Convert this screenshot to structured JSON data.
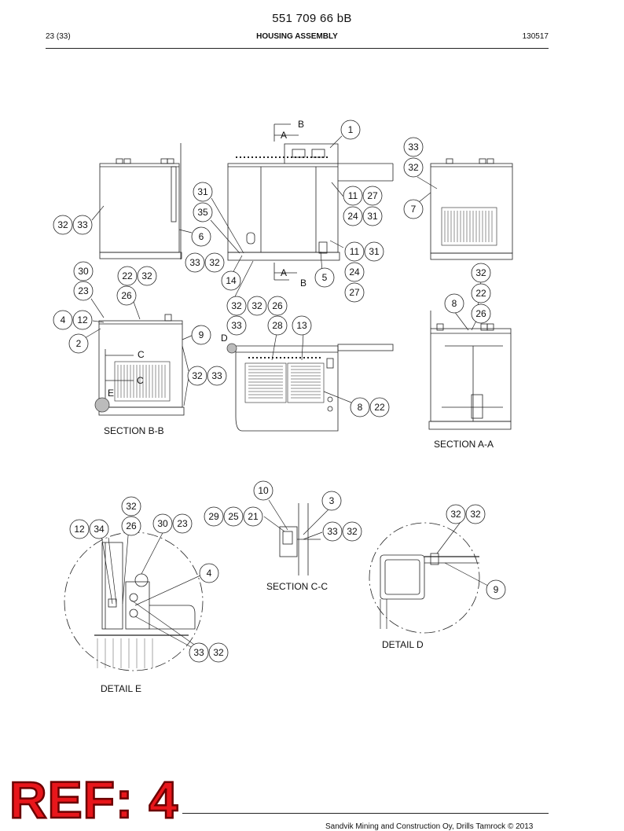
{
  "header": {
    "doc_number": "551 709 66 bB",
    "page": "23 (33)",
    "title": "HOUSING ASSEMBLY",
    "date": "130517"
  },
  "views": {
    "section_bb": "SECTION  B-B",
    "section_aa": "SECTION  A-A",
    "section_cc": "SECTION C-C",
    "detail_d": "DETAIL D",
    "detail_e": "DETAIL E"
  },
  "section_marks": {
    "a": "A",
    "b": "B",
    "c": "C",
    "d": "D",
    "e": "E"
  },
  "callouts": {
    "front": [
      "1",
      "31",
      "35",
      "11",
      "27",
      "24",
      "31",
      "6",
      "11",
      "31",
      "33",
      "32",
      "14",
      "24",
      "5",
      "27",
      "32",
      "33"
    ],
    "side_right": [
      "33",
      "32",
      "7"
    ],
    "section_bb": [
      "30",
      "22",
      "32",
      "23",
      "26",
      "4",
      "12",
      "9",
      "2",
      "32",
      "33"
    ],
    "mid": [
      "32",
      "32",
      "26",
      "33",
      "28",
      "13",
      "8",
      "22"
    ],
    "section_aa": [
      "32",
      "22",
      "8",
      "26"
    ],
    "detail_e": [
      "32",
      "12",
      "34",
      "26",
      "30",
      "23",
      "4",
      "33",
      "32"
    ],
    "section_cc": [
      "10",
      "3",
      "29",
      "25",
      "21",
      "33",
      "32"
    ],
    "detail_d": [
      "32",
      "32",
      "9"
    ]
  },
  "stamp": {
    "text": "REF: 4",
    "color": "#e8161b"
  },
  "footer": {
    "copyright": "Sandvik Mining and Construction Oy, Drills Tamrock © 2013"
  }
}
